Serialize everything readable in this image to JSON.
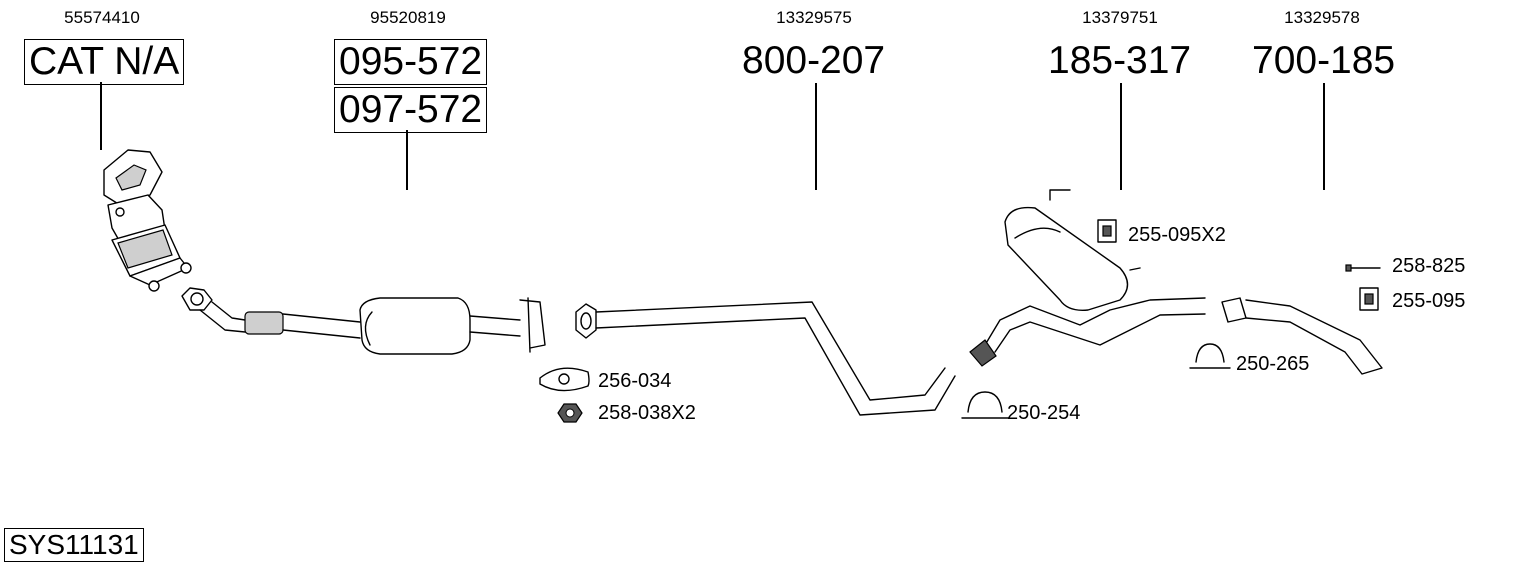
{
  "columns": [
    {
      "oe_number": "55574410",
      "codes": [
        "CAT N/A"
      ]
    },
    {
      "oe_number": "95520819",
      "codes": [
        "095-572",
        "097-572"
      ]
    },
    {
      "oe_number": "13329575",
      "codes": [
        "800-207"
      ]
    },
    {
      "oe_number": "13379751",
      "codes": [
        "185-317"
      ]
    },
    {
      "oe_number": "13329578",
      "codes": [
        "700-185"
      ]
    }
  ],
  "accessories": [
    {
      "code": "256-034",
      "icon": "gasket-icon"
    },
    {
      "code": "258-038X2",
      "icon": "nut-icon"
    },
    {
      "code": "250-254",
      "icon": "clamp-icon"
    },
    {
      "code": "255-095X2",
      "icon": "rubber-mount-icon"
    },
    {
      "code": "258-825",
      "icon": "bolt-icon"
    },
    {
      "code": "255-095",
      "icon": "rubber-mount-icon"
    },
    {
      "code": "250-265",
      "icon": "clamp-icon"
    }
  ],
  "system_code": "SYS11131"
}
